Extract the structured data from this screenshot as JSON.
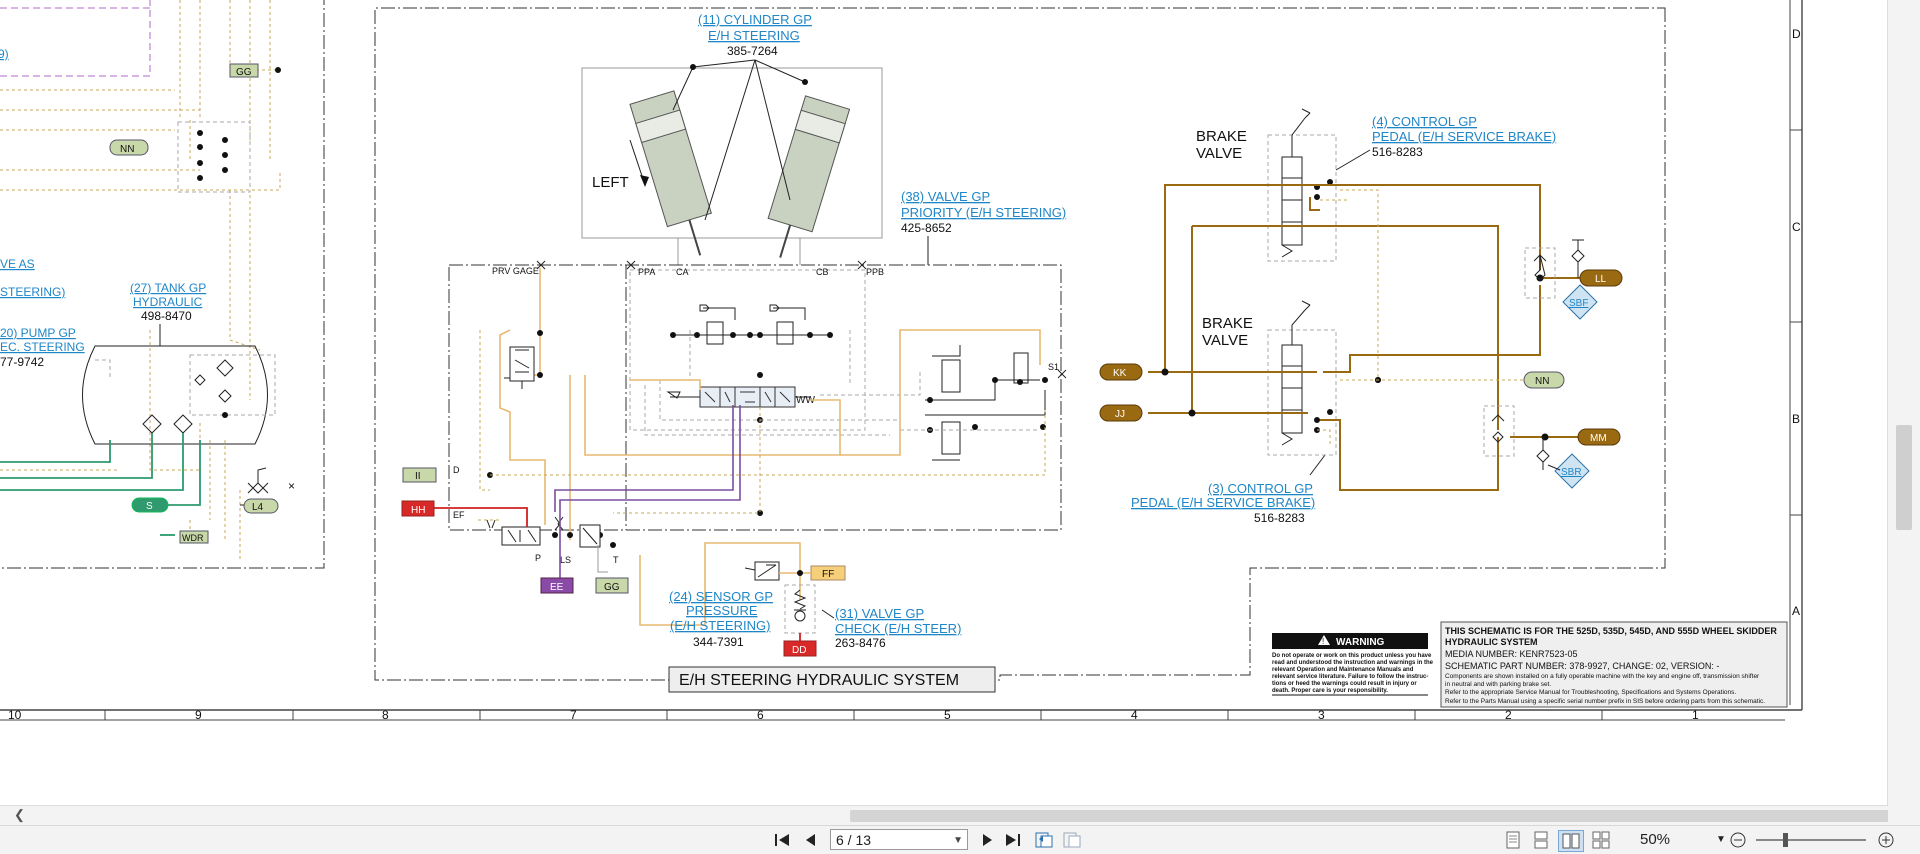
{
  "diagram": {
    "top_labels": {
      "gg": "GG",
      "nn": "NN"
    },
    "left_links": {
      "a": "9)",
      "b": "VE AS",
      "c": "STEERING)",
      "pump_l1": "20) PUMP GP",
      "pump_l2": "EC. STEERING",
      "pump_pn": "77-9742"
    },
    "tank": {
      "l1": "(27) TANK GP",
      "l2": "HYDRAULIC",
      "pn": "498-8470"
    },
    "left_tags": {
      "s": "S",
      "l4": "L4",
      "wdr": "WDR"
    },
    "cylinder": {
      "l1": "(11) CYLINDER GP",
      "l2": "E/H STEERING",
      "pn": "385-7264",
      "left": "LEFT"
    },
    "priority_valve": {
      "l1": "(38) VALVE GP",
      "l2": "PRIORITY (E/H STEERING)",
      "pn": "425-8652"
    },
    "ports": {
      "prv": "PRV GAGE",
      "ppa": "PPA",
      "ca": "CA",
      "cb": "CB",
      "ppb": "PPB",
      "d": "D",
      "ef": "EF",
      "p": "P",
      "ls": "LS",
      "t": "T",
      "s1": "S1"
    },
    "tags": {
      "ii": "II",
      "hh": "HH",
      "ee": "EE",
      "gg": "GG",
      "ff": "FF",
      "dd": "DD",
      "kk": "KK",
      "jj": "JJ",
      "nn": "NN",
      "ll": "LL",
      "mm": "MM",
      "sbf": "SBF",
      "sbr": "SBR"
    },
    "sensor": {
      "l1": "(24) SENSOR GP",
      "l2": "PRESSURE",
      "l3": "(E/H STEERING)",
      "pn": "344-7391"
    },
    "check_valve": {
      "l1": "(31) VALVE GP",
      "l2": "CHECK (E/H STEER)",
      "pn": "263-8476"
    },
    "title_box": "E/H STEERING HYDRAULIC SYSTEM",
    "brake_valve_1": {
      "l1": "BRAKE",
      "l2": "VALVE"
    },
    "brake_valve_2": {
      "l1": "BRAKE",
      "l2": "VALVE"
    },
    "control4": {
      "l1": "(4) CONTROL GP",
      "l2": "PEDAL (E/H SERVICE BRAKE)",
      "pn": "516-8283"
    },
    "control3": {
      "l1": "(3) CONTROL GP",
      "l2": "PEDAL (E/H SERVICE BRAKE)",
      "pn": "516-8283"
    },
    "warning": {
      "title": "WARNING",
      "lines": [
        "Do not operate or work on this product unless you have",
        "read and understood the instruction and warnings in the",
        "relevant Operation and Maintenance Manuals and",
        "relevant service literature. Failure to follow the instruc-",
        "tions or heed the warnings could result in injury or",
        "death. Proper care is your responsibility."
      ]
    },
    "info_box": {
      "title1": "THIS SCHEMATIC IS FOR THE 525D, 535D, 545D, AND 555D WHEEL SKIDDER",
      "title2": "HYDRAULIC SYSTEM",
      "media": "MEDIA NUMBER: KENR7523-05",
      "part": "SCHEMATIC PART NUMBER: 378-9927, CHANGE: 02, VERSION: -",
      "notes": [
        "Components are shown installed on a fully operable machine with the key and engine off, transmission shifter",
        "in neutral and with parking brake set.",
        "Refer to the appropriate Service Manual for Troubleshooting, Specifications and Systems Operations.",
        "Refer to the Parts Manual using a specific serial number prefix in SIS before ordering parts from this schematic."
      ]
    },
    "border_cols": [
      "10",
      "9",
      "8",
      "7",
      "6",
      "5",
      "4",
      "3",
      "2",
      "1"
    ],
    "border_rows": [
      "D",
      "C",
      "B",
      "A"
    ]
  },
  "toolbar": {
    "page_value": "6 / 13",
    "zoom": "50%"
  },
  "icons": [
    "first-page-icon",
    "prev-page-icon",
    "next-page-icon",
    "last-page-icon",
    "zoom-out-icon",
    "zoom-in-icon"
  ],
  "colors": {
    "link": "#1f86c7",
    "brown": "#9a6a12",
    "tan": "#e0bd7a",
    "green": "#2e9a6e",
    "purple": "#7a4ea0",
    "red": "#d02020"
  }
}
